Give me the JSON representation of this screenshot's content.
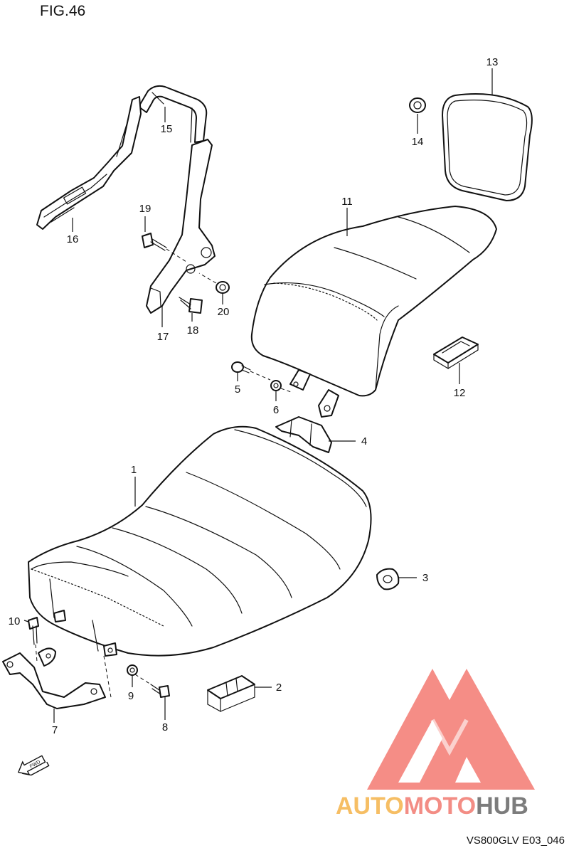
{
  "figure_title": "FIG.46",
  "drawing_code": "VS800GLV E03_046",
  "fwd_label": "FWD",
  "watermark": {
    "part1": "AUTO",
    "part2": "MOTO",
    "part3": "HUB",
    "color_light": "#f5a623",
    "color_red": "#e8453c",
    "color_dark": "#555555"
  },
  "callouts": {
    "c1": "1",
    "c2": "2",
    "c3": "3",
    "c4": "4",
    "c5": "5",
    "c6": "6",
    "c7": "7",
    "c8": "8",
    "c9": "9",
    "c10": "10",
    "c11": "11",
    "c12": "12",
    "c13": "13",
    "c14": "14",
    "c15": "15",
    "c16": "16",
    "c17": "17",
    "c18": "18",
    "c19": "19",
    "c20": "20"
  }
}
